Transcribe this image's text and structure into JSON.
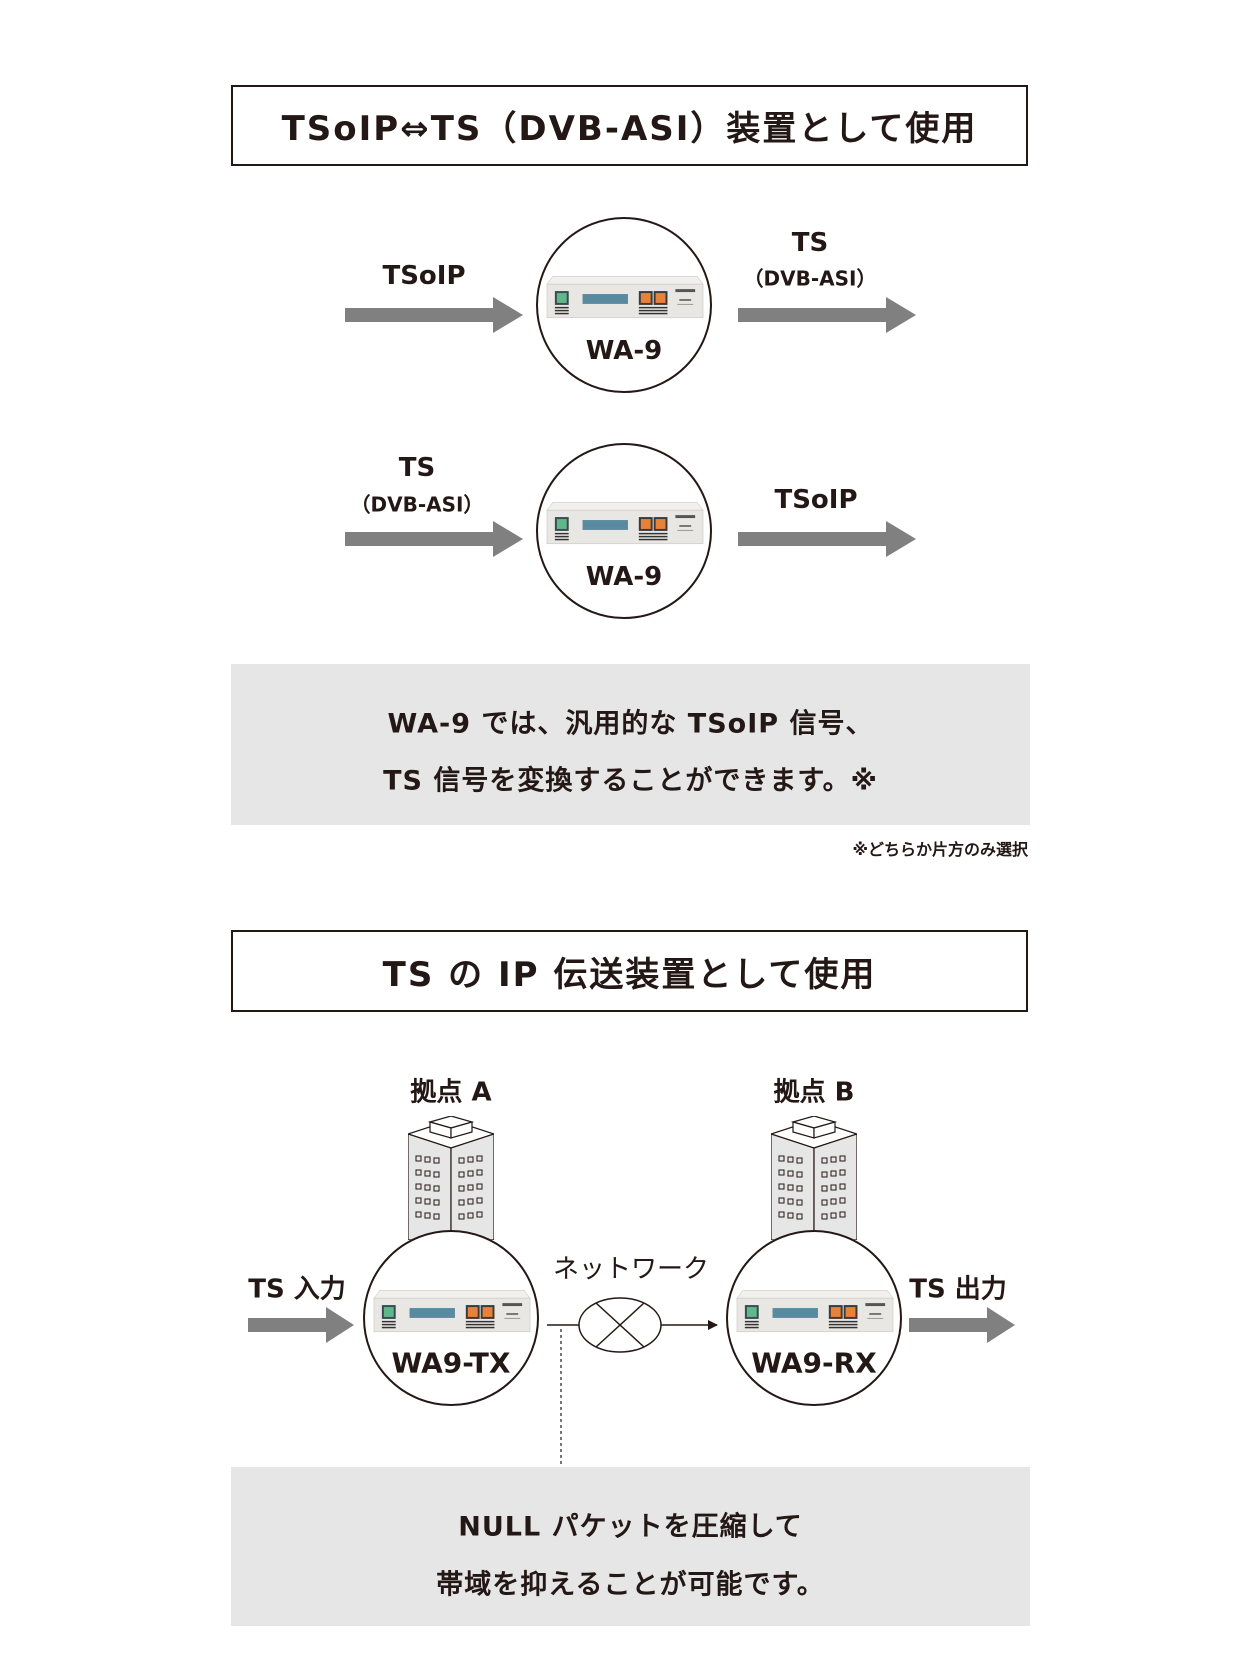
{
  "section1": {
    "title": "TSoIP⇔TS（DVB-ASI）装置として使用",
    "diagram1": {
      "input_label": "TSoIP",
      "device_label": "WA-9",
      "output_label": "TS",
      "output_sublabel": "（DVB-ASI）"
    },
    "diagram2": {
      "input_label": "TS",
      "input_sublabel": "（DVB-ASI）",
      "device_label": "WA-9",
      "output_label": "TSoIP"
    },
    "note_lines": [
      "WA-9 では、汎用的な TSoIP 信号、",
      "TS 信号を変換することができます。※"
    ],
    "footnote": "※どちらか片方のみ選択"
  },
  "section2": {
    "title": "TS の IP 伝送装置として使用",
    "site_a": "拠点 A",
    "site_b": "拠点 B",
    "input_label": "TS 入力",
    "network_label": "ネットワーク",
    "output_label": "TS 出力",
    "tx_label": "WA9-TX",
    "rx_label": "WA9-RX",
    "note_lines": [
      "NULL パケットを圧縮して",
      "帯域を抑えることが可能です。"
    ]
  },
  "colors": {
    "text": "#231815",
    "arrow": "#808080",
    "note_bg": "#e6e6e6",
    "power_button": "#5fb88a",
    "select_buttons": "#e8813a",
    "lcd": "#5a8aa0"
  }
}
